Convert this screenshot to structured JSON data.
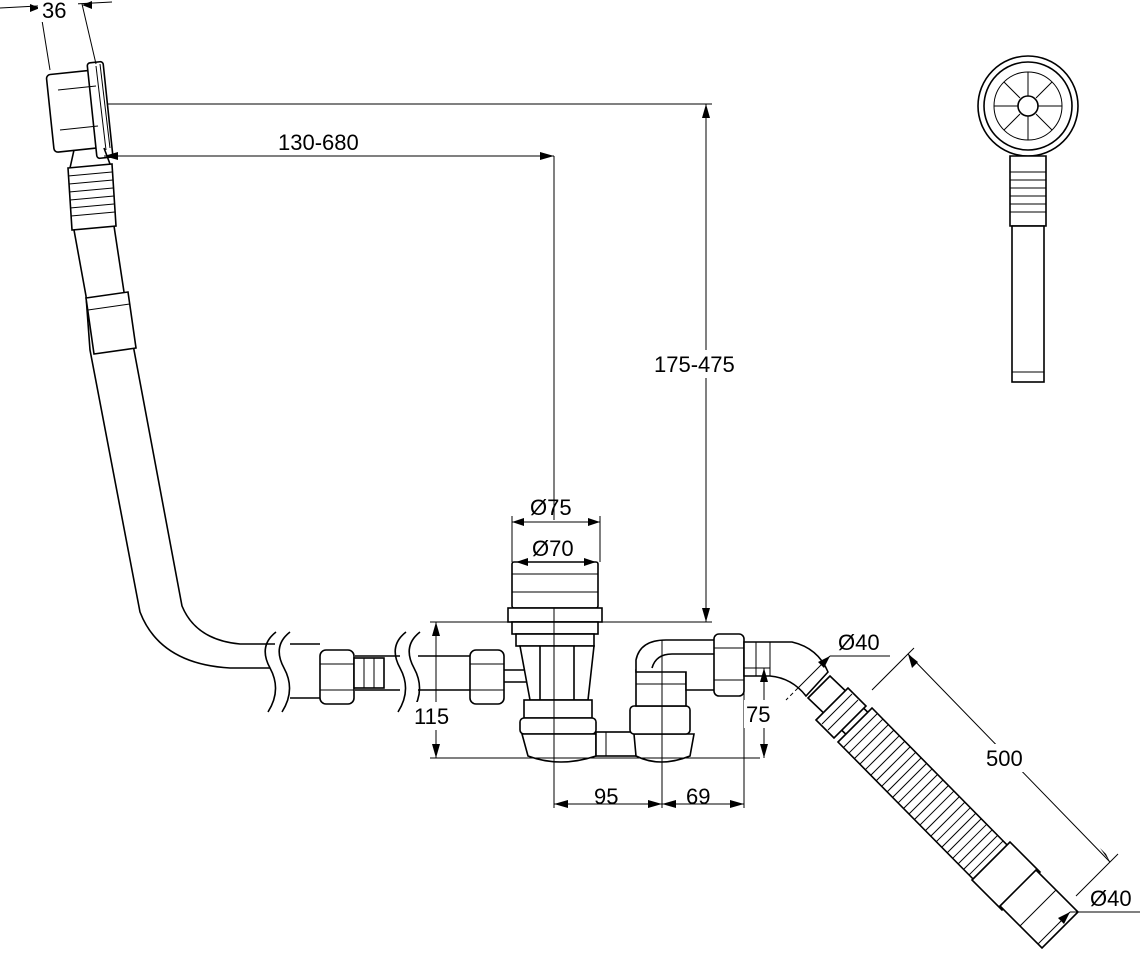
{
  "dimensions": {
    "overflow_depth": "36",
    "horizontal_reach": "130-680",
    "vertical_height": "175-475",
    "waste_outer_diameter": "Ø75",
    "waste_inner_diameter": "Ø70",
    "trap_height": "115",
    "outlet_height": "75",
    "trap_spacing": "95",
    "outlet_spacing": "69",
    "outlet_diameter": "Ø40",
    "hose_length": "500",
    "hose_end_diameter": "Ø40"
  }
}
